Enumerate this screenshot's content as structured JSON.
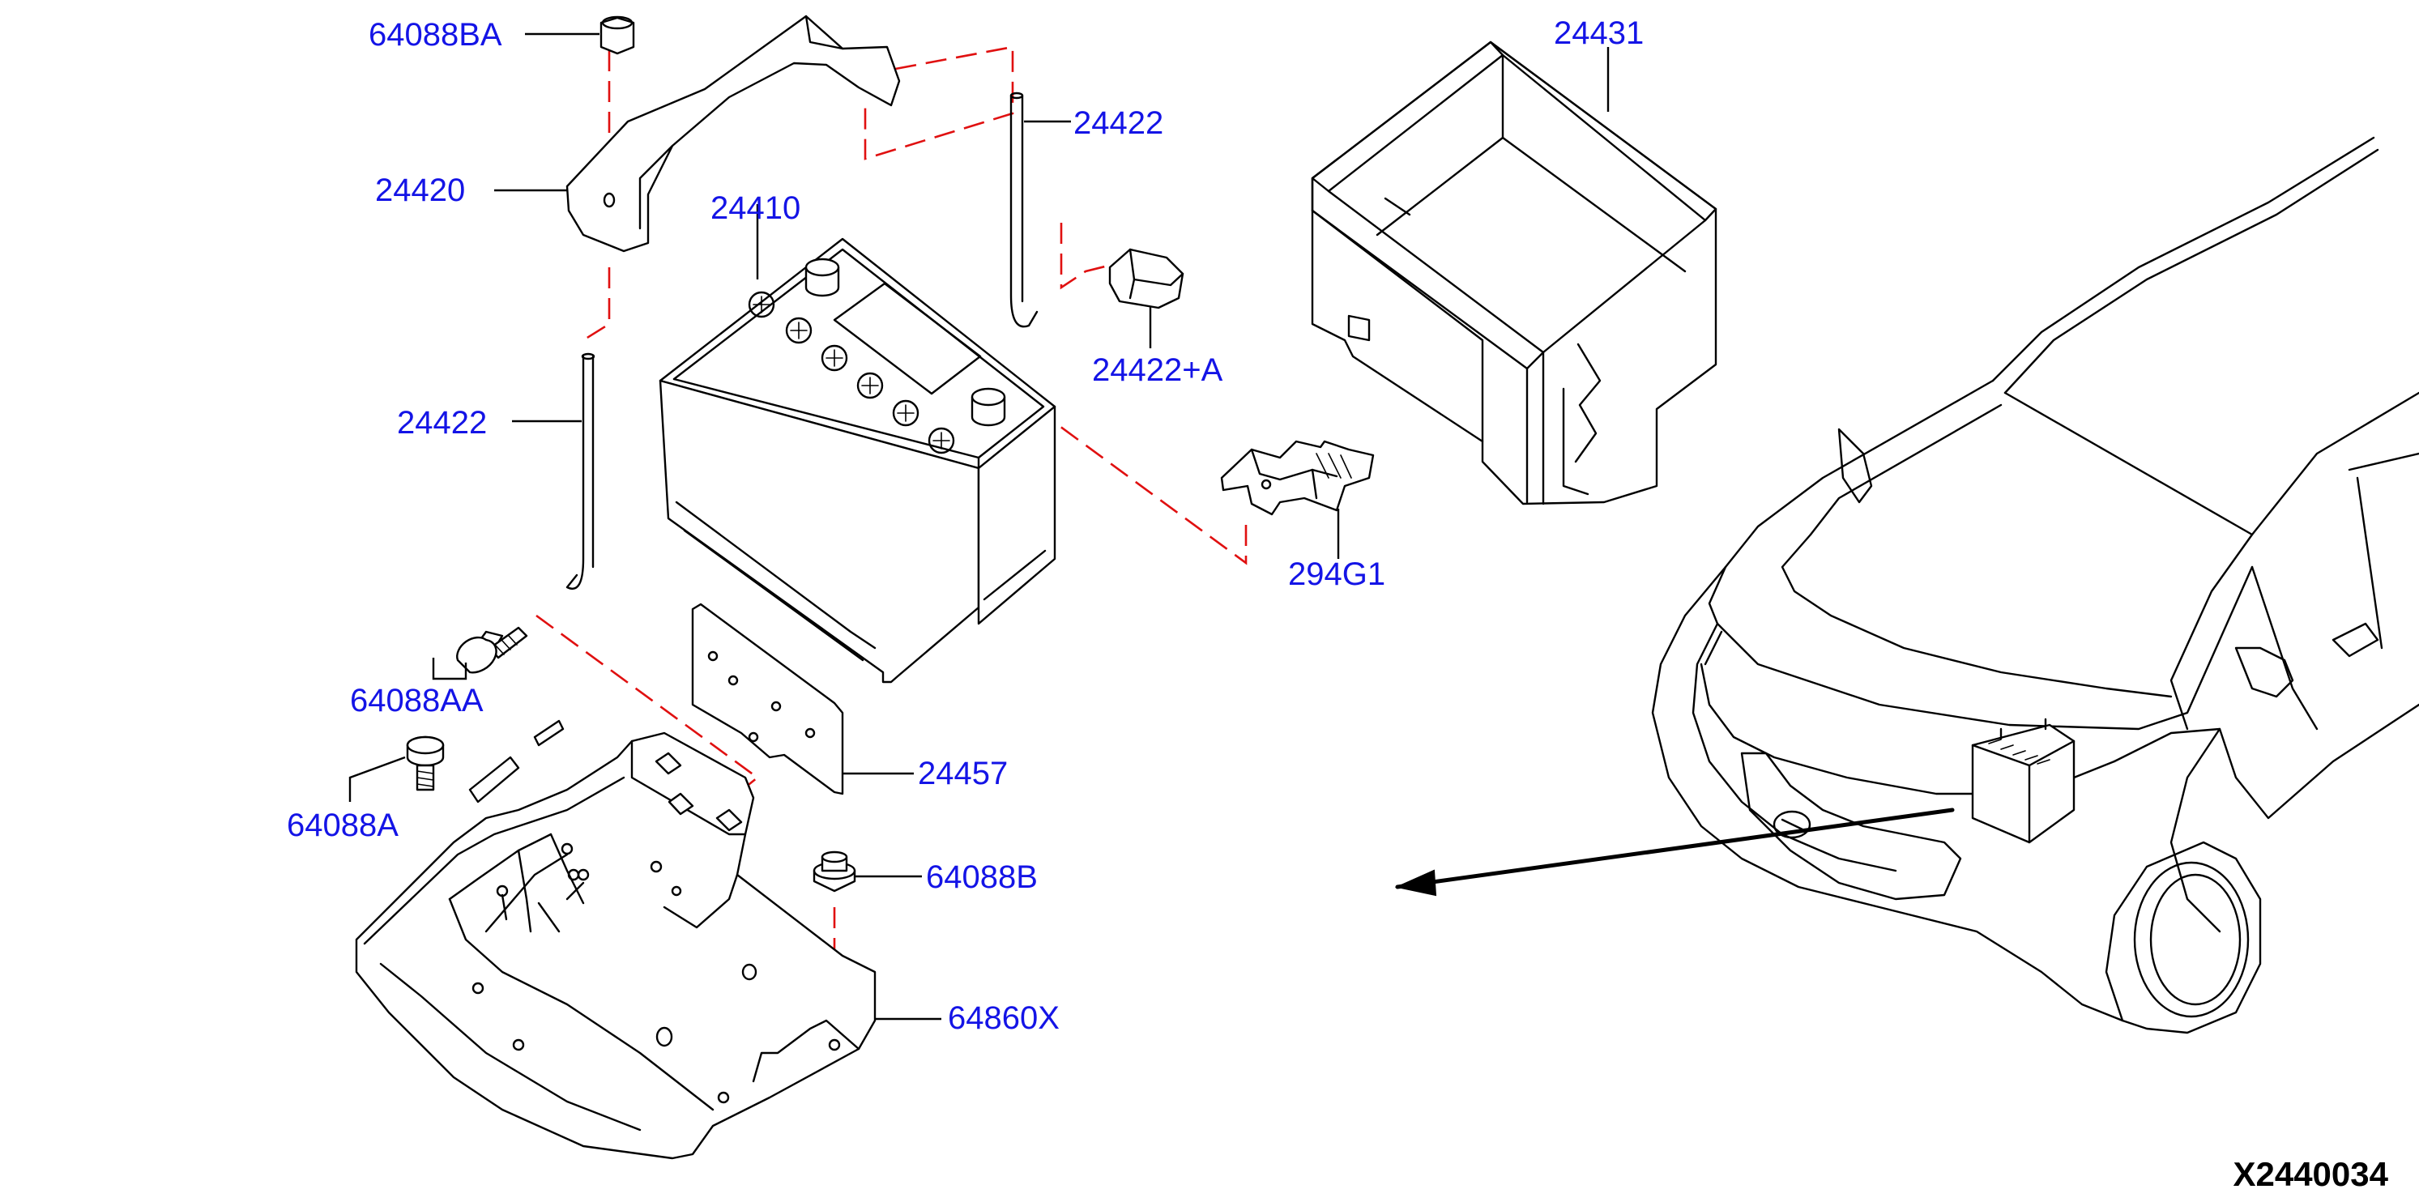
{
  "diagram": {
    "callouts": {
      "nut_top_left": "64088BA",
      "rod_top_right": "24422",
      "battery_box": "24431",
      "clamp_bracket": "24420",
      "battery": "24410",
      "clip_right": "24422+A",
      "rod_left": "24422",
      "bracket_294": "294G1",
      "bolt_middle": "64088AA",
      "plate": "24457",
      "bolt_lower": "64088A",
      "nut_lower": "64088B",
      "tray": "64860X"
    },
    "figure_code": "X2440034",
    "colors": {
      "callout_text": "#1414e6",
      "dashed_guides": "#e01010",
      "line_art": "#000000"
    }
  }
}
